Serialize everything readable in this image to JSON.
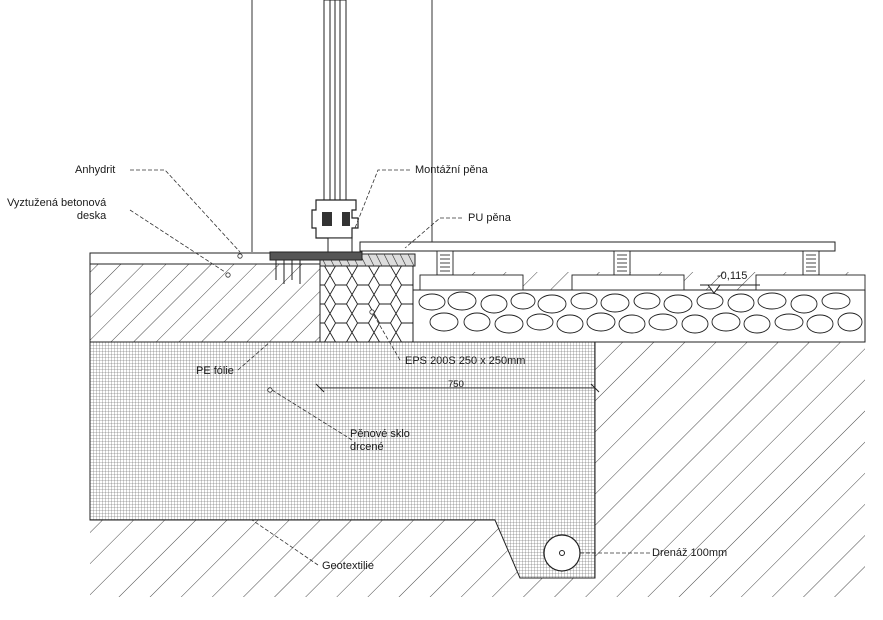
{
  "labels": {
    "anhydrit": "Anhydrit",
    "vyztuzena": "Vyztužená betonová\ndeska",
    "montazni": "Montážní pěna",
    "pu": "PU pěna",
    "level": "-0,115",
    "pe": "PE fólie",
    "eps": "EPS 200S 250 x 250mm",
    "dim": "750",
    "sklo": "Pěnové sklo\ndrcené",
    "geotextilie": "Geotextilie",
    "drenaz": "Drenáž 100mm"
  }
}
